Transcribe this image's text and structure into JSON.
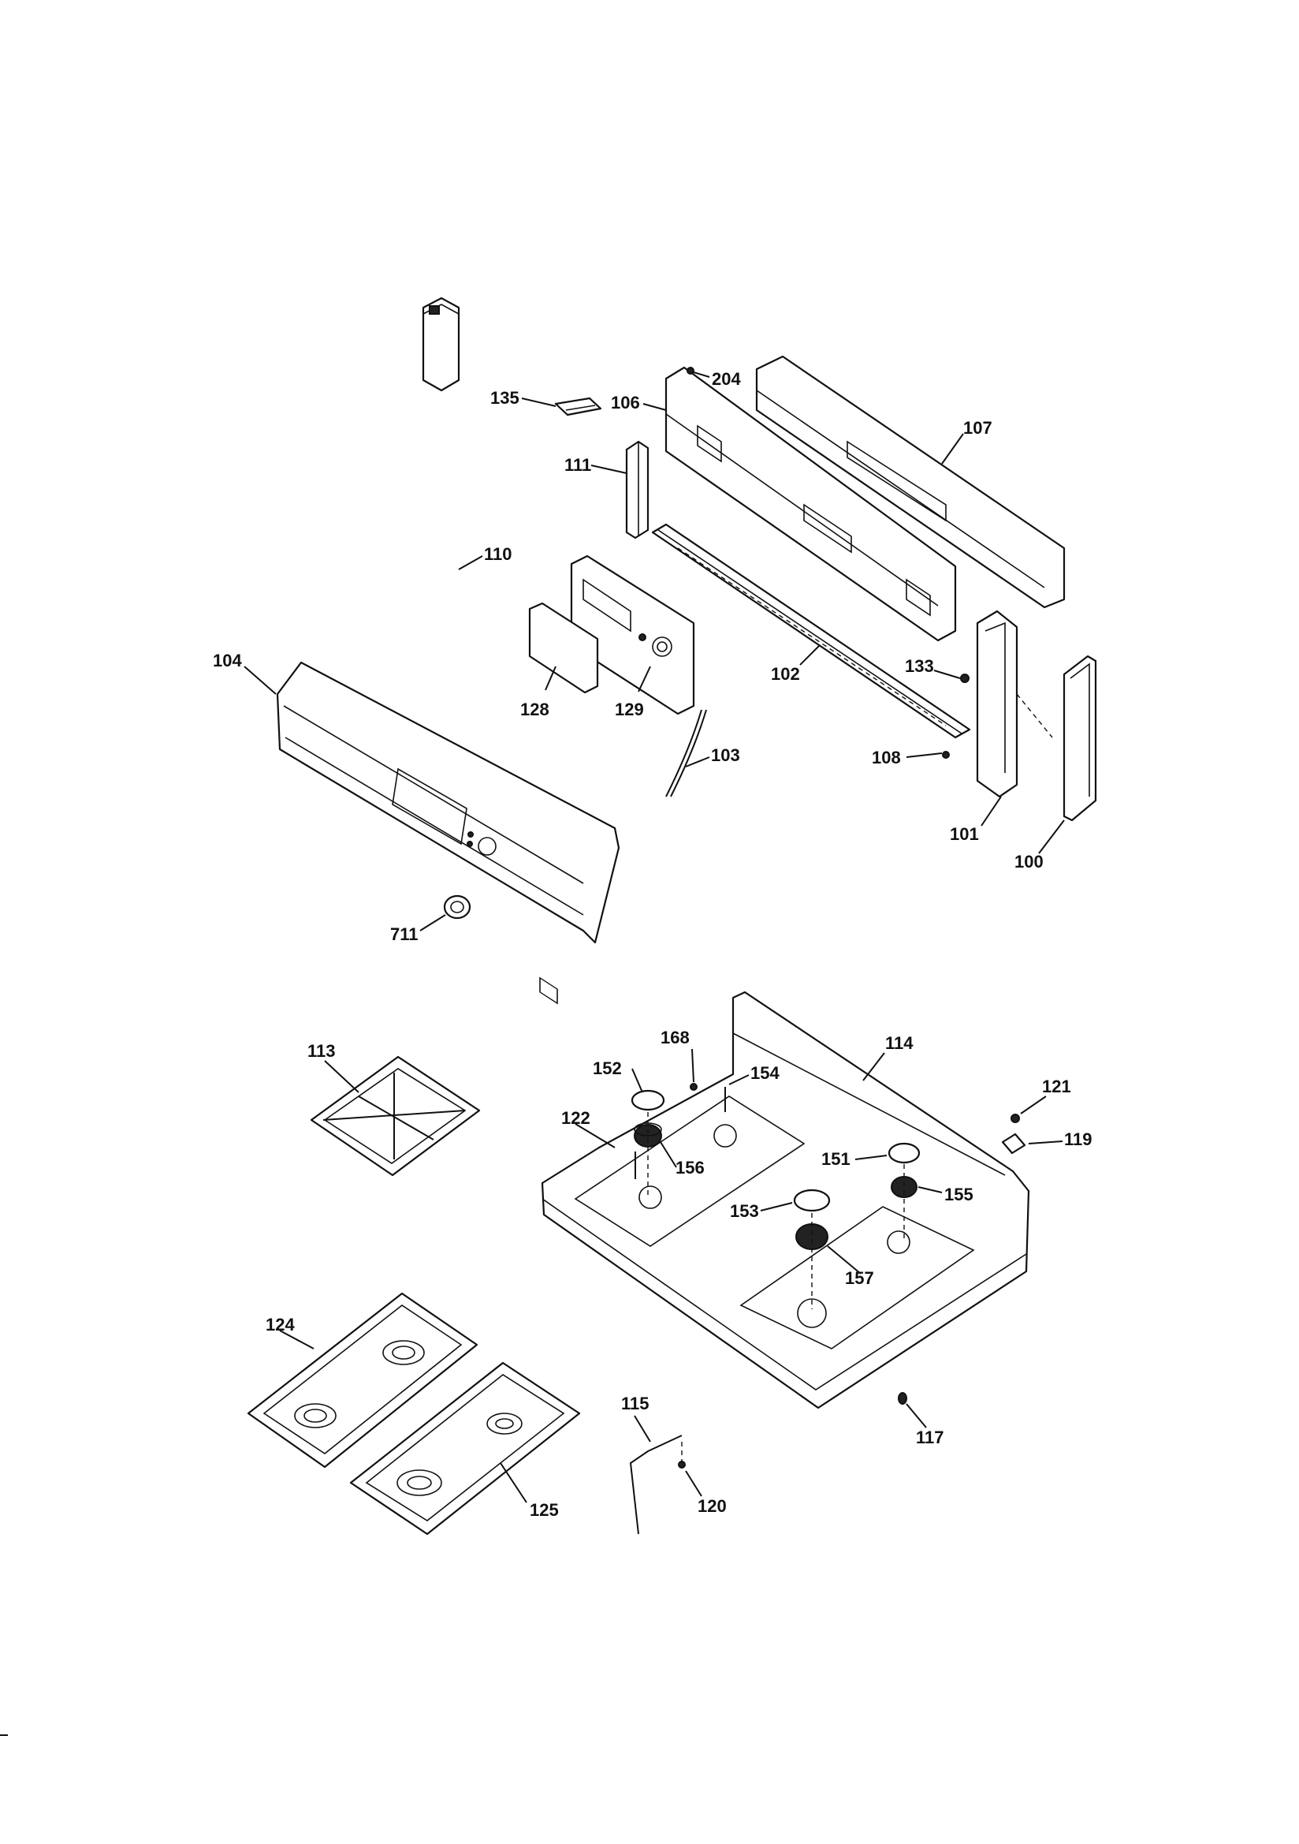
{
  "diagram": {
    "callouts": {
      "c100": "100",
      "c101": "101",
      "c102": "102",
      "c103": "103",
      "c104": "104",
      "c106": "106",
      "c107": "107",
      "c108": "108",
      "c110": "110",
      "c111": "111",
      "c113": "113",
      "c114": "114",
      "c115": "115",
      "c117": "117",
      "c119": "119",
      "c120": "120",
      "c121": "121",
      "c122": "122",
      "c124": "124",
      "c125": "125",
      "c128": "128",
      "c129": "129",
      "c133": "133",
      "c135": "135",
      "c151": "151",
      "c152": "152",
      "c153": "153",
      "c154": "154",
      "c155": "155",
      "c156": "156",
      "c157": "157",
      "c168": "168",
      "c204": "204",
      "c711": "711"
    }
  }
}
